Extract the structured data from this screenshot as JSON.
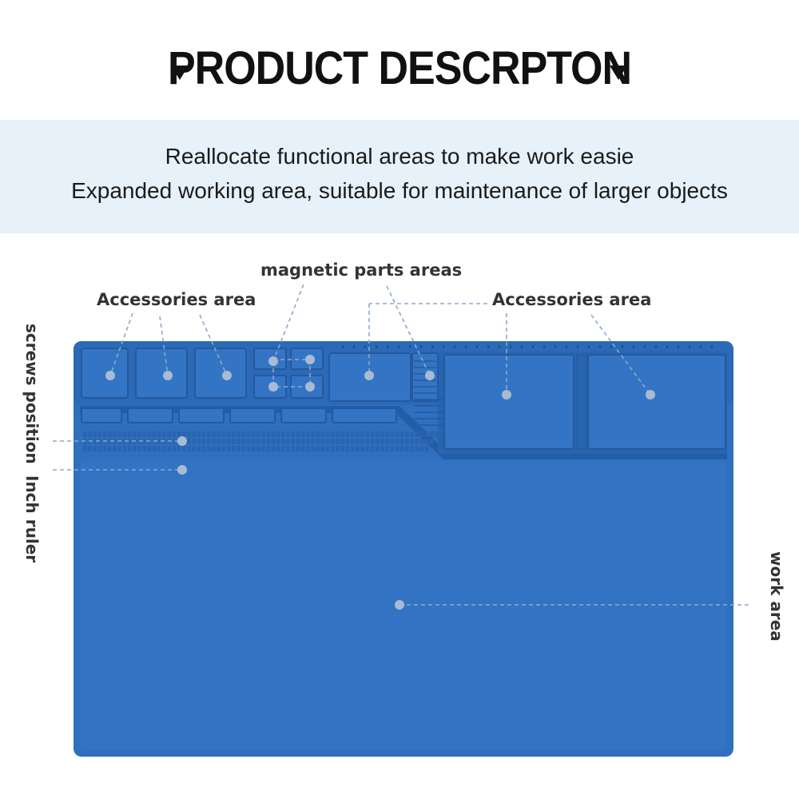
{
  "header": {
    "title": "PRODUCT DESCRPTON",
    "line1": "Reallocate functional areas to make work easie",
    "line2": "Expanded working area, suitable for maintenance of larger objects"
  },
  "labels": {
    "magnetic": "magnetic parts areas",
    "accessories_left": "Accessories area",
    "accessories_right": "Accessories area",
    "screws": "screws position",
    "ruler": "Inch ruler",
    "work": "work area"
  },
  "colors": {
    "mat": "#2f6fbe",
    "mat_dark": "#245da6",
    "band": "#e6f1fa",
    "leader": "#8fa8c8"
  }
}
